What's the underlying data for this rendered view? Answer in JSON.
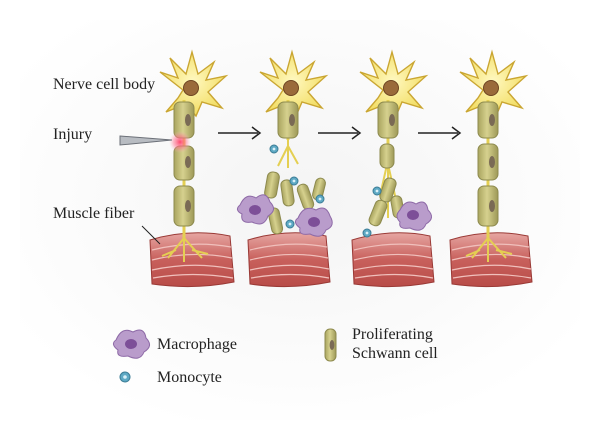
{
  "labels": {
    "nerve_cell_body": "Nerve cell body",
    "injury": "Injury",
    "muscle_fiber": "Muscle fiber"
  },
  "legend": {
    "macrophage": "Macrophage",
    "monocyte": "Monocyte",
    "schwann_line1": "Proliferating",
    "schwann_line2": "Schwann cell"
  },
  "colors": {
    "neuron_fill": "#f6ec8a",
    "neuron_stroke": "#c9a832",
    "nucleus": "#9a6a3a",
    "schwann_fill": "#c6c07c",
    "schwann_stroke": "#8d8a4e",
    "schwann_nucleus": "#7a6a55",
    "muscle": "#c8605c",
    "muscle_dark": "#a8423e",
    "macrophage": "#b99ccb",
    "macrophage_nucleus": "#7d4f98",
    "monocyte": "#5ea9c4",
    "injury_glow": "#ff5f7a",
    "arrow": "#222222"
  }
}
